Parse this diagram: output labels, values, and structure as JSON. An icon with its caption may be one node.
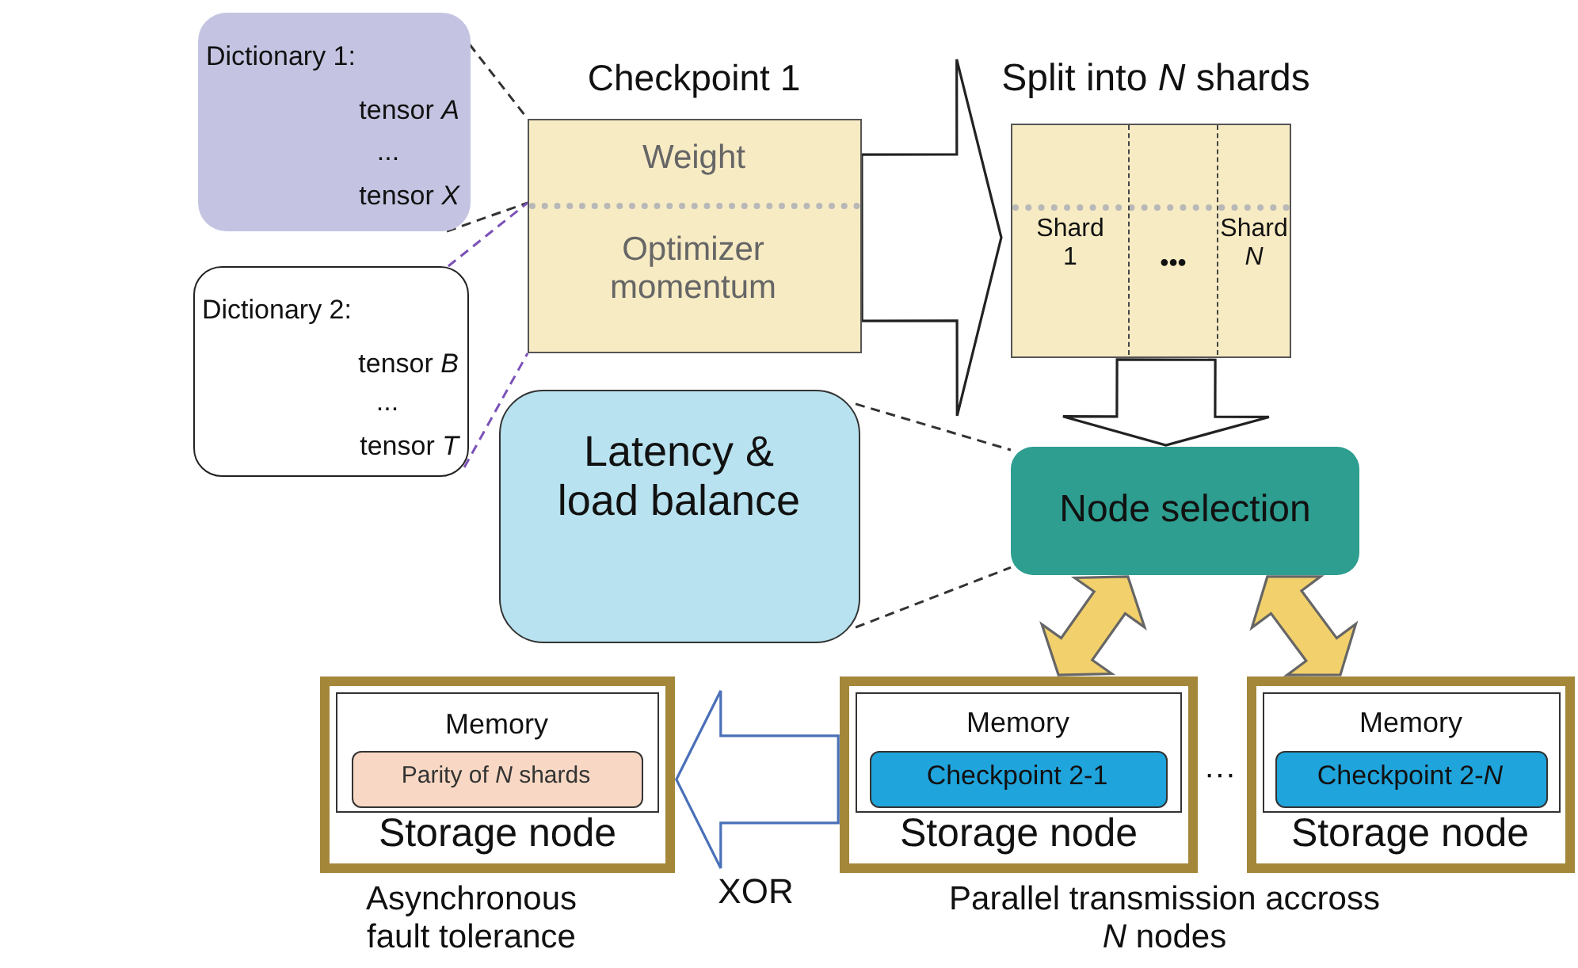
{
  "diagram": {
    "nodes": [
      {
        "text": [
          "Dictionary 1:",
          "tensor *A*",
          "...",
          "tensor *X*"
        ]
      },
      {
        "text": [
          "Dictionary 2:",
          "tensor *B*",
          "...",
          "tensor *T*"
        ]
      },
      {
        "text": [
          "Checkpoint 1",
          "Weight",
          "Optimizer momentum"
        ]
      },
      {
        "text": [
          "Split into *N* shards"
        ]
      },
      {
        "text": [
          "Shard 1"
        ],
        "in": 3
      },
      {
        "text": [
          "•••"
        ],
        "in": 3
      },
      {
        "text": [
          "Shard *N*"
        ],
        "in": 3
      },
      {
        "text": [
          "Latency & load balance"
        ]
      },
      {
        "text": [
          "Node selection"
        ]
      },
      {
        "text": [
          "Storage node"
        ],
        "beside": [
          "Asynchronous fault tolerance"
        ]
      },
      {
        "text": [
          "Memory"
        ],
        "in": 9
      },
      {
        "text": [
          "Parity of *N* shards"
        ],
        "in": 10
      },
      {
        "text": [
          "Storage node"
        ]
      },
      {
        "text": [
          "Memory"
        ],
        "in": 12
      },
      {
        "text": [
          "Checkpoint 2-1"
        ],
        "in": 13
      },
      {
        "text": [
          "Storage node"
        ]
      },
      {
        "text": [
          "Memory"
        ],
        "in": 15
      },
      {
        "text": [
          "Checkpoint 2-*N*"
        ],
        "in": 16
      }
    ],
    "edges": [
      {
        "from": 0,
        "to": 2,
        "arrow": "none",
        "style": "dashed"
      },
      {
        "from": 0,
        "to": 2,
        "arrow": "none",
        "style": "dashed"
      },
      {
        "from": 1,
        "to": 2,
        "arrow": "none",
        "style": "dashed",
        "color": "#7b52b8"
      },
      {
        "from": 1,
        "to": 2,
        "arrow": "none",
        "style": "dashed",
        "color": "#7b52b8"
      },
      {
        "from": 2,
        "to": 3,
        "arrow": "to",
        "style": "thick"
      },
      {
        "from": 3,
        "to": 8,
        "arrow": "to",
        "style": "thick"
      },
      {
        "from": 7,
        "to": 8,
        "arrow": "none",
        "style": "dashed"
      },
      {
        "from": 7,
        "to": 8,
        "arrow": "none",
        "style": "dashed"
      },
      {
        "from": 8,
        "to": 12,
        "arrow": "both",
        "style": "thick",
        "color": "#f2d06b"
      },
      {
        "from": 8,
        "to": 15,
        "arrow": "both",
        "style": "thick",
        "color": "#f2d06b"
      },
      {
        "from": 12,
        "to": 9,
        "arrow": "to",
        "style": "thick",
        "color": "#4a70b8",
        "label": "XOR"
      }
    ],
    "labels": [
      "···",
      "Parallel transmission accross *N* nodes"
    ]
  }
}
